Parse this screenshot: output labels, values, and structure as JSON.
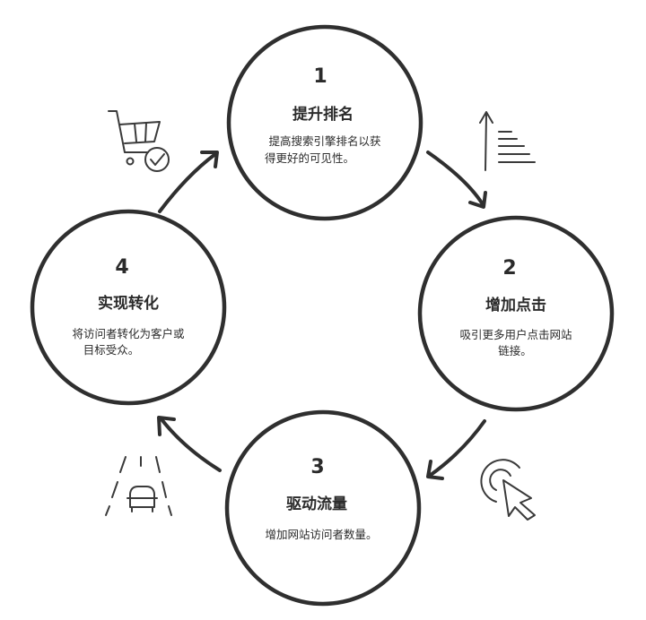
{
  "steps": [
    {
      "number": "1",
      "title": "提升排名",
      "desc_lines": [
        "提高搜索引擎排名以获",
        "得更好的可见性。"
      ]
    },
    {
      "number": "2",
      "title": "增加点击",
      "desc_lines": [
        "吸引更多用户点击网站",
        "链接。"
      ]
    },
    {
      "number": "3",
      "title": "驱动流量",
      "desc_lines": [
        "增加网站访问者数量。"
      ]
    },
    {
      "number": "4",
      "title": "实现转化",
      "desc_lines": [
        "将访问者转化为客户或",
        "目标受众。"
      ]
    }
  ],
  "icons": [
    "cart-check-icon",
    "rising-lines-icon",
    "cursor-click-icon",
    "car-road-icon"
  ],
  "colors": {
    "stroke": "#2f2f2f",
    "text": "#2b2b2b",
    "background": "#ffffff"
  }
}
